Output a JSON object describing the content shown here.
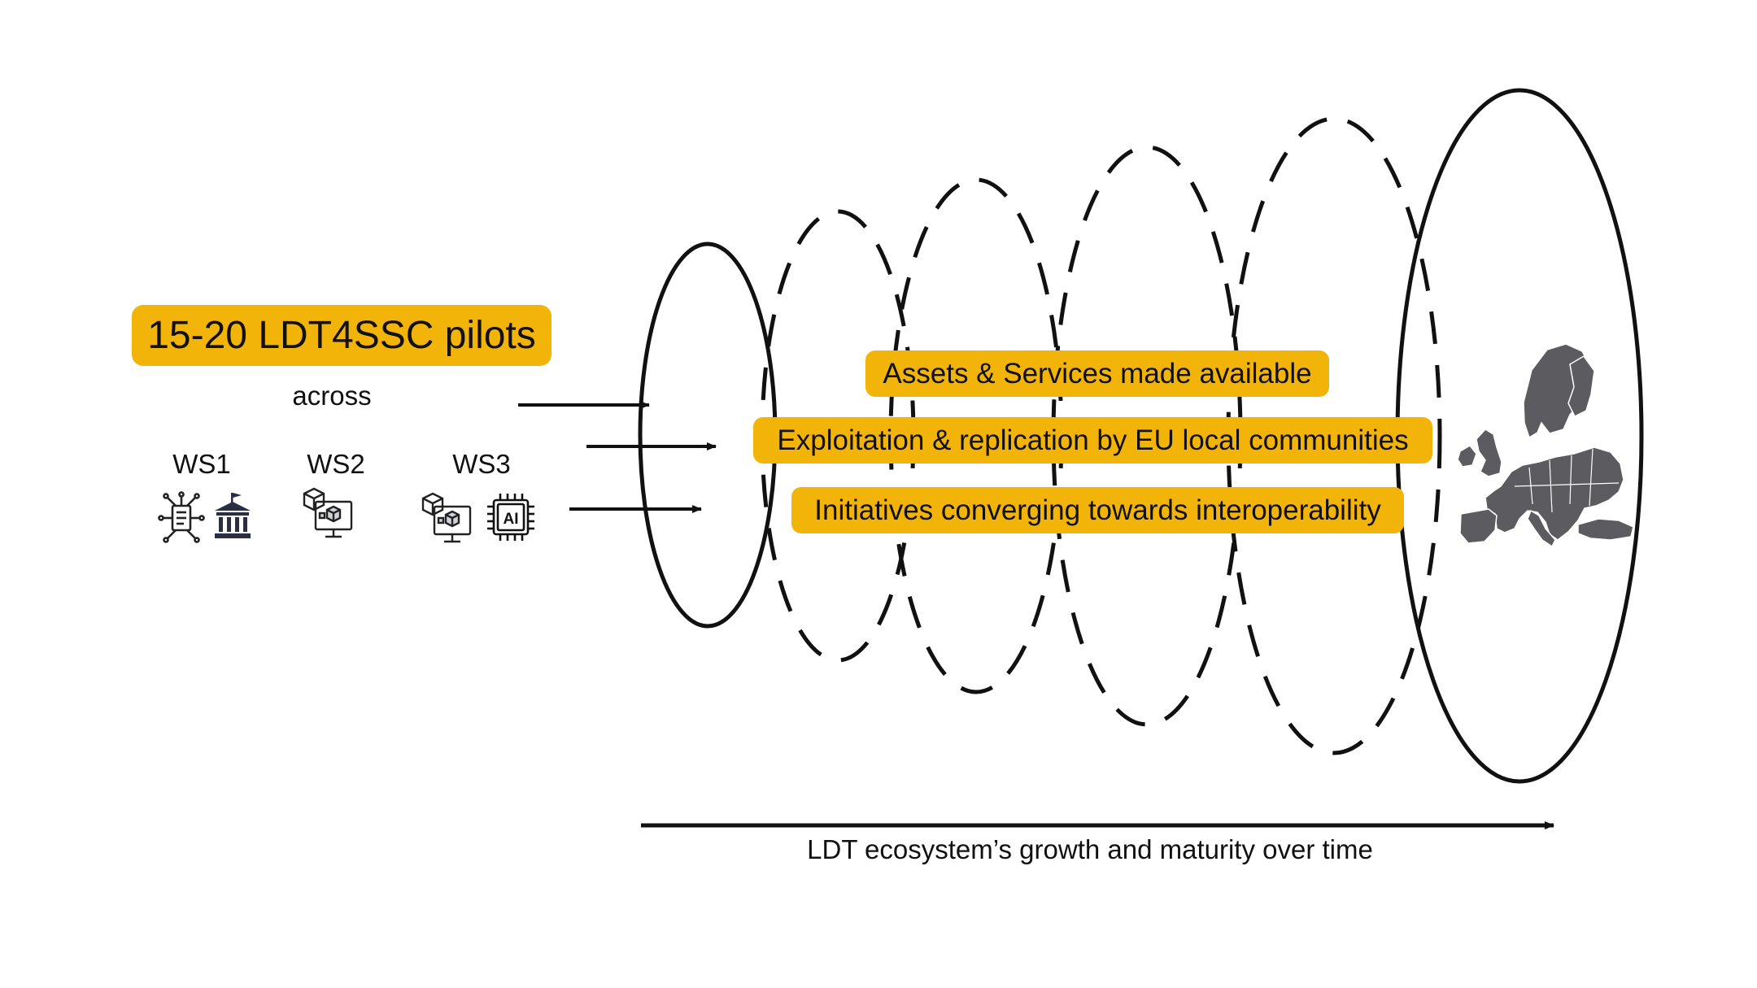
{
  "pilots": {
    "label": "15-20 LDT4SSC pilots",
    "connector": "across"
  },
  "workstreams": [
    {
      "label": "WS1",
      "icons": [
        "data-network-icon",
        "government-building-icon"
      ]
    },
    {
      "label": "WS2",
      "icons": [
        "digital-twin-monitor-icon"
      ]
    },
    {
      "label": "WS3",
      "icons": [
        "digital-twin-monitor-icon",
        "ai-chip-icon"
      ]
    }
  ],
  "outcomes": [
    "Assets & Services made available",
    "Exploitation & replication by EU local communities",
    "Initiatives converging towards interoperability"
  ],
  "axis": {
    "label": "LDT ecosystem’s growth and maturity over time"
  },
  "map": {
    "icon": "europe-map-icon"
  },
  "colors": {
    "highlight": "#F2B409",
    "ink": "#111111",
    "map": "#5c5c60"
  }
}
